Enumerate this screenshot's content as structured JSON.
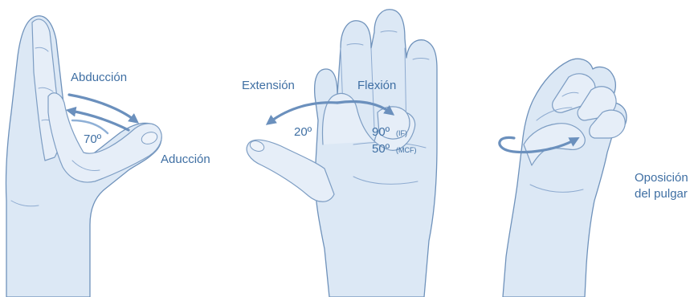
{
  "panels": {
    "left": {
      "abduction_label": "Abducción",
      "adduction_label": "Aducción",
      "angle_label": "70º"
    },
    "middle": {
      "extension_label": "Extensión",
      "flexion_label": "Flexión",
      "extension_angle": "20º",
      "flexion_ip_value": "90º",
      "flexion_ip_unit": "(IF)",
      "flexion_mcp_value": "50º",
      "flexion_mcp_unit": "(MCF)"
    },
    "right": {
      "opposition_line1": "Oposición",
      "opposition_line2": "del pulgar"
    }
  },
  "colors": {
    "label": "#3f6fa3",
    "hand_fill": "#dce8f5",
    "outline": "#6f92bb",
    "arrow": "#6b90bd"
  }
}
